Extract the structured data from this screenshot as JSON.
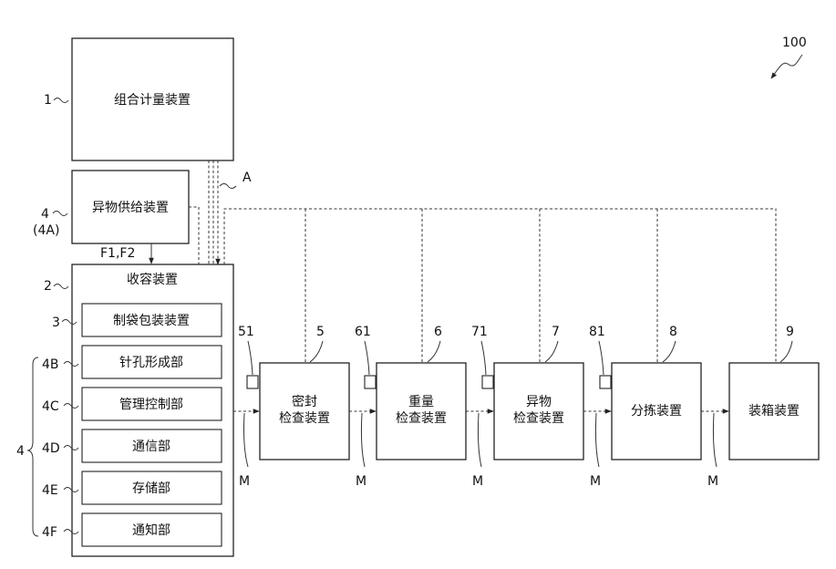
{
  "system_ref": "100",
  "units": {
    "combination_weigher": {
      "label": "组合计量装置",
      "ref": "1"
    },
    "foreign_supply": {
      "label": "异物供给装置",
      "ref": "4",
      "ref_alt": "(4A)"
    },
    "receiving": {
      "label": "收容装置",
      "ref": "2"
    },
    "bag_maker": {
      "label": "制袋包装装置",
      "ref": "3"
    },
    "pinhole": {
      "label": "针孔形成部",
      "ref": "4B"
    },
    "control": {
      "label": "管理控制部",
      "ref": "4C"
    },
    "comm": {
      "label": "通信部",
      "ref": "4D"
    },
    "storage": {
      "label": "存储部",
      "ref": "4E"
    },
    "notify": {
      "label": "通知部",
      "ref": "4F"
    },
    "group_ref": "4",
    "seal": {
      "line1": "密封",
      "line2": "检查装置",
      "ref": "5",
      "sensor": "51"
    },
    "weight": {
      "line1": "重量",
      "line2": "检查装置",
      "ref": "6",
      "sensor": "61"
    },
    "foreign": {
      "line1": "异物",
      "line2": "检查装置",
      "ref": "7",
      "sensor": "71"
    },
    "sorter": {
      "label": "分拣装置",
      "ref": "8",
      "sensor": "81"
    },
    "boxing": {
      "label": "装箱装置",
      "ref": "9"
    }
  },
  "signals": {
    "A": "A",
    "F": "F1,F2",
    "M": "M"
  }
}
